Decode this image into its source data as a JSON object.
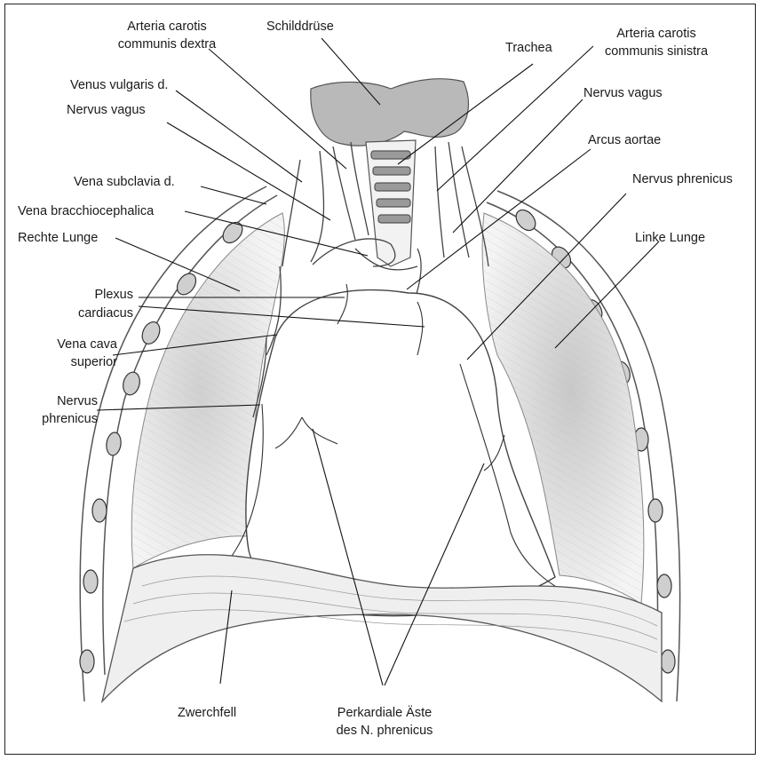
{
  "labels": {
    "schilddruese": "Schilddrüse",
    "acc_dextra_1": "Arteria carotis",
    "acc_dextra_2": "communis dextra",
    "trachea": "Trachea",
    "acc_sinistra_1": "Arteria carotis",
    "acc_sinistra_2": "communis sinistra",
    "venus_vulgaris": "Venus vulgaris d.",
    "nervus_vagus_right": "Nervus vagus",
    "nervus_vagus_left": "Nervus vagus",
    "arcus_aortae": "Arcus aortae",
    "nervus_phrenicus_top": "Nervus phrenicus",
    "vena_subclavia": "Vena subclavia d.",
    "vena_brachio": "Vena bracchiocephalica",
    "rechte_lunge": "Rechte Lunge",
    "linke_lunge": "Linke Lunge",
    "plexus_1": "Plexus",
    "plexus_2": "cardiacus",
    "vena_cava_1": "Vena cava",
    "vena_cava_2": "superior",
    "phrenicus_left_1": "Nervus",
    "phrenicus_left_2": "phrenicus",
    "zwerchfell": "Zwerchfell",
    "perikardiale_1": "Perkardiale Äste",
    "perikardiale_2": "des N. phrenicus"
  }
}
